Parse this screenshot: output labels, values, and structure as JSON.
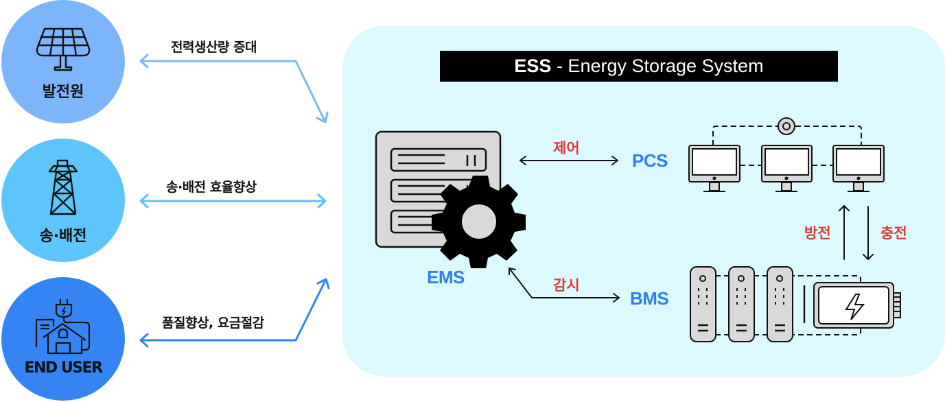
{
  "sources": [
    {
      "label": "발전원",
      "icon": "solar-panel-icon",
      "color": "#7db5fb",
      "flow_label": "전력생산량 증대",
      "arrow_color": "#7db5fb"
    },
    {
      "label": "송·배전",
      "icon": "transmission-tower-icon",
      "color": "#5dc4fc",
      "flow_label": "송·배전 효율향상",
      "arrow_color": "#5dc4fc"
    },
    {
      "label": "END USER",
      "icon": "house-plug-icon",
      "color": "#3484f4",
      "flow_label": "품질향상, 요금절감",
      "arrow_color": "#3484f4"
    }
  ],
  "ess": {
    "title_bold": "ESS",
    "title_rest": " - Energy Storage System",
    "panel_color": "#dcf9fd",
    "ems_label": "EMS",
    "pcs_label": "PCS",
    "bms_label": "BMS",
    "control_label": "제어",
    "monitor_label": "감시",
    "discharge_label": "방전",
    "charge_label": "충전",
    "system_label_color": "#2f7ff0",
    "action_label_color": "#e03a3a"
  }
}
